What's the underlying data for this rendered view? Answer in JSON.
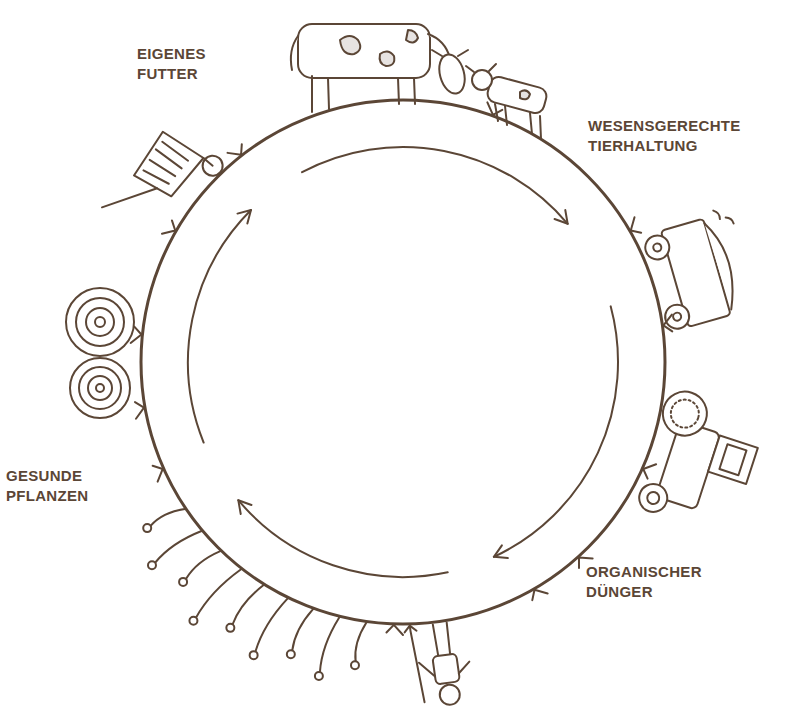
{
  "diagram": {
    "labels": [
      "EIGENES FUTTER",
      "WESENSGERECHTE TIERHALTUNG",
      "ORGANISCHER DÜNGER",
      "GESUNDE PFLANZEN"
    ]
  }
}
